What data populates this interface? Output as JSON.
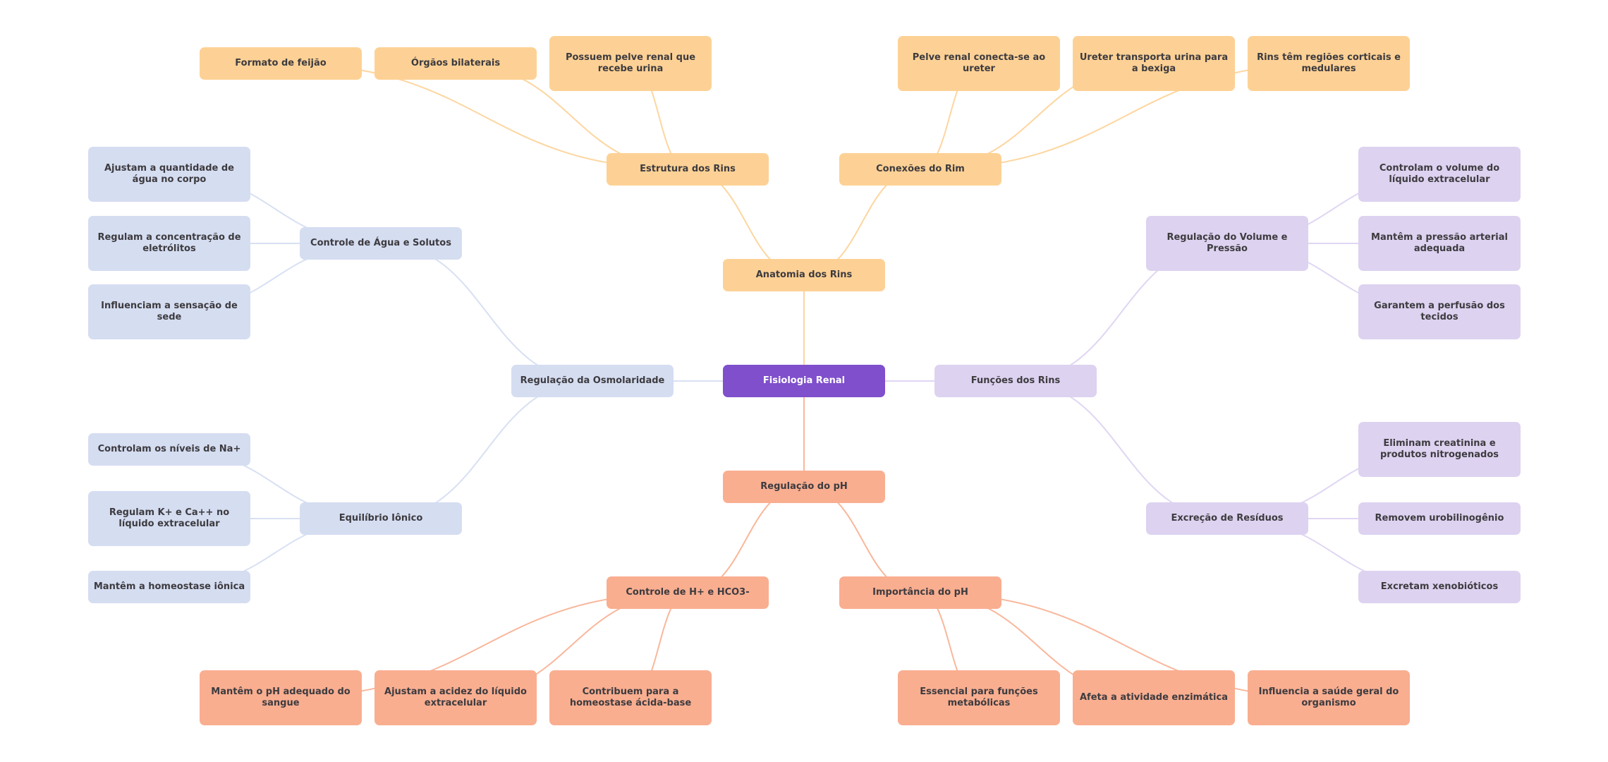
{
  "title": "Fisiologia Renal",
  "colors": {
    "root": "#7f4fcc",
    "anatomy": "#fdd195",
    "ph": "#f9ae90",
    "osmolarity": "#d5ddf1",
    "functions": "#ddd2f0",
    "text": "#3d3b3f",
    "edge_anatomy": "#fdd6a0",
    "edge_ph": "#f9b79b",
    "edge_osmolarity": "#d8e0f3",
    "edge_functions": "#e0d6f3"
  },
  "nodes": {
    "root": "Fisiologia Renal",
    "anatomia": "Anatomia dos Rins",
    "estrutura": "Estrutura dos Rins",
    "conexoes": "Conexões do Rim",
    "formato": "Formato de feijão",
    "orgaos": "Órgãos bilaterais",
    "possuem": "Possuem pelve renal que recebe urina",
    "pelve": "Pelve renal conecta-se ao ureter",
    "ureter": "Ureter transporta urina para a bexiga",
    "regioes": "Rins têm regiões corticais e medulares",
    "osmolaridade": "Regulação da Osmolaridade",
    "controle_agua": "Controle de Água e Solutos",
    "ajustam_agua": "Ajustam a quantidade de água no corpo",
    "regulam_eletro": "Regulam a concentração de eletrólitos",
    "influenciam_sede": "Influenciam a sensação de sede",
    "equilibrio": "Equilíbrio Iônico",
    "na": "Controlam os níveis de Na+",
    "k_ca": "Regulam K+ e Ca++ no líquido extracelular",
    "homeo_ionica": "Mantêm a homeostase iônica",
    "funcoes": "Funções dos Rins",
    "reg_volume": "Regulação do Volume e Pressão",
    "controlam_volume": "Controlam o volume do líquido extracelular",
    "pressao": "Mantêm a pressão arterial adequada",
    "perfusao": "Garantem a perfusão dos tecidos",
    "excrecao": "Excreção de Resíduos",
    "creatinina": "Eliminam creatinina e produtos nitrogenados",
    "urobilinogenio": "Removem urobilinogênio",
    "xenobioticos": "Excretam xenobióticos",
    "ph": "Regulação do pH",
    "controle_h": "Controle de H+ e HCO3-",
    "importancia": "Importância do pH",
    "ph_sangue": "Mantêm o pH adequado do sangue",
    "acidez": "Ajustam a acidez do líquido extracelular",
    "acido_base": "Contribuem para a homeostase ácida-base",
    "metabolicas": "Essencial para funções metabólicas",
    "enzimatica": "Afeta a atividade enzimática",
    "saude": "Influencia a saúde geral do organismo"
  }
}
